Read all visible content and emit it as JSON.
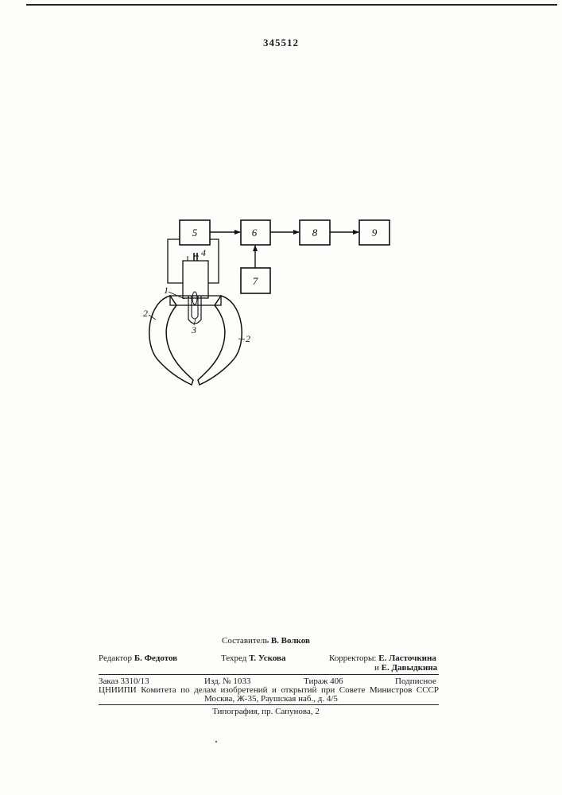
{
  "document": {
    "patent_number": "345512"
  },
  "figure": {
    "block_labels": [
      "5",
      "6",
      "8",
      "9",
      "7"
    ],
    "part_labels": {
      "sensor": "1",
      "jaw_left": "2",
      "jaw_right": "2",
      "contact": "3",
      "capacitor": "4"
    }
  },
  "credits": {
    "compiler_role": "Составитель",
    "compiler_name": "В. Волков",
    "editor_role": "Редактор",
    "editor_name": "Б. Федотов",
    "techred_role": "Техред",
    "techred_name": "Т. Ускова",
    "correctors_role": "Корректоры:",
    "corrector1_name": "Е. Ласточкина",
    "corrector2_prefix": "и",
    "corrector2_name": "Е. Давыдкина"
  },
  "imprint": {
    "order": "Заказ 3310/13",
    "edition_no": "Изд. № 1033",
    "print_run": "Тираж 406",
    "subscription": "Подписное",
    "institute": "ЦНИИПИ Комитета по делам изобретений и открытий при Совете Министров СССР",
    "address": "Москва, Ж-35, Раушская наб., д. 4/5",
    "printing_house": "Типография, пр. Сапунова, 2"
  }
}
